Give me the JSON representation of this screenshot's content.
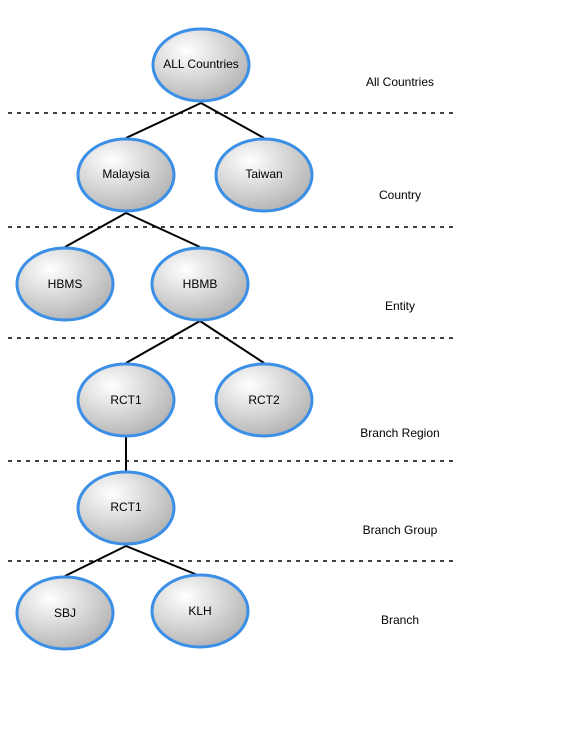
{
  "colors": {
    "node_border": "#3b8fe6",
    "node_fill_light": "#ffffff",
    "node_fill_dark": "#a8a8a8",
    "edge": "#000000",
    "separator": "#000000"
  },
  "nodes": {
    "all_countries": "ALL Countries",
    "malaysia": "Malaysia",
    "taiwan": "Taiwan",
    "hbms": "HBMS",
    "hbmb": "HBMB",
    "rct1_region": "RCT1",
    "rct2_region": "RCT2",
    "rct1_group": "RCT1",
    "sbj": "SBJ",
    "klh": "KLH"
  },
  "levels": {
    "all_countries": "All Countries",
    "country": "Country",
    "entity": "Entity",
    "branch_region": "Branch Region",
    "branch_group": "Branch Group",
    "branch": "Branch"
  }
}
